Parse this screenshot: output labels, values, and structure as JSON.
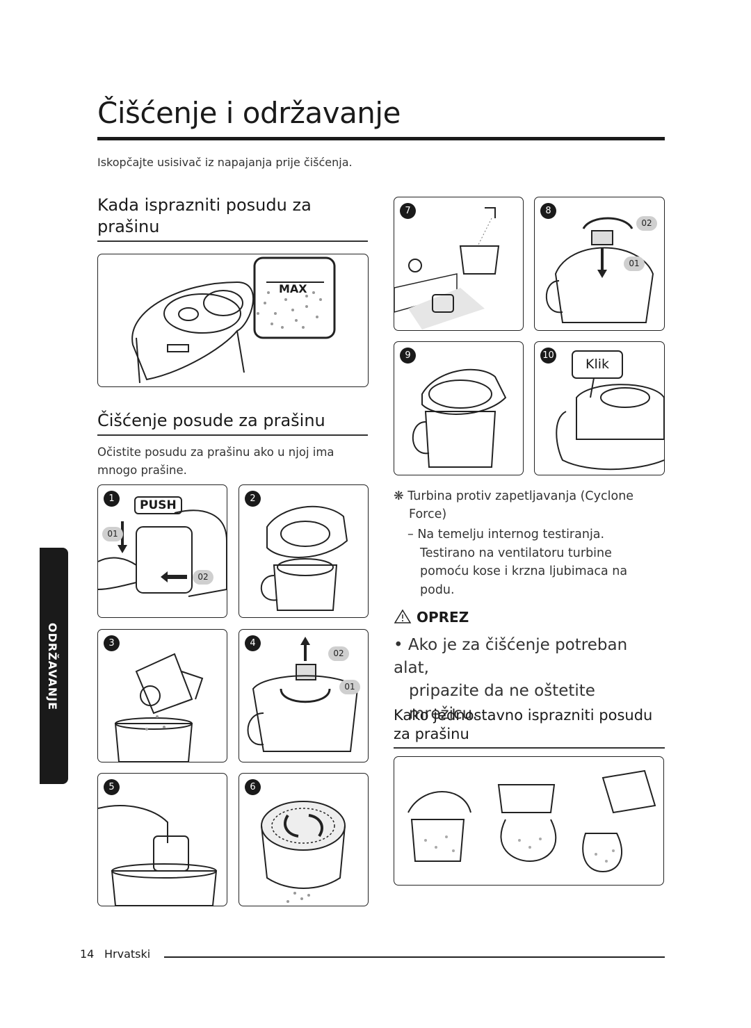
{
  "page": {
    "title": "Čišćenje i održavanje",
    "intro": "Iskopčajte usisivač iz napajanja prije čišćenja.",
    "side_tab": "ODRŽAVANJE"
  },
  "section1": {
    "heading_line1": "Kada isprazniti posudu za",
    "heading_line2": "prašinu",
    "max_label": "MAX"
  },
  "section2": {
    "heading": "Čišćenje posude za prašinu",
    "text_line1": "Očistite posudu za prašinu ako u njoj ima",
    "text_line2": "mnogo prašine."
  },
  "steps": {
    "s1": {
      "num": "1",
      "push": "PUSH",
      "tag_a": "01",
      "tag_b": "02"
    },
    "s2": {
      "num": "2"
    },
    "s3": {
      "num": "3"
    },
    "s4": {
      "num": "4",
      "tag_a": "02",
      "tag_b": "01"
    },
    "s5": {
      "num": "5"
    },
    "s6": {
      "num": "6"
    },
    "s7": {
      "num": "7"
    },
    "s8": {
      "num": "8",
      "tag_a": "02",
      "tag_b": "01"
    },
    "s9": {
      "num": "9"
    },
    "s10": {
      "num": "10",
      "klik": "Klik"
    }
  },
  "note": {
    "symbol": "❋",
    "line1": "Turbina protiv zapetljavanja (Cyclone",
    "line2": "Force)",
    "sub_dash": "–",
    "sub1": "Na temelju internog testiranja.",
    "sub2": "Testirano na ventilatoru turbine",
    "sub3": "pomoću kose i krzna ljubimaca na",
    "sub4": "podu."
  },
  "caution": {
    "label": "OPREZ",
    "bullet": "•",
    "line1": "Ako je za čišćenje potreban alat,",
    "line2": "pripazite da ne oštetite mrežicu."
  },
  "section3": {
    "heading_line1": "Kako jednostavno isprazniti posudu",
    "heading_line2": "za prašinu"
  },
  "footer": {
    "page_number": "14",
    "language": "Hrvatski"
  }
}
